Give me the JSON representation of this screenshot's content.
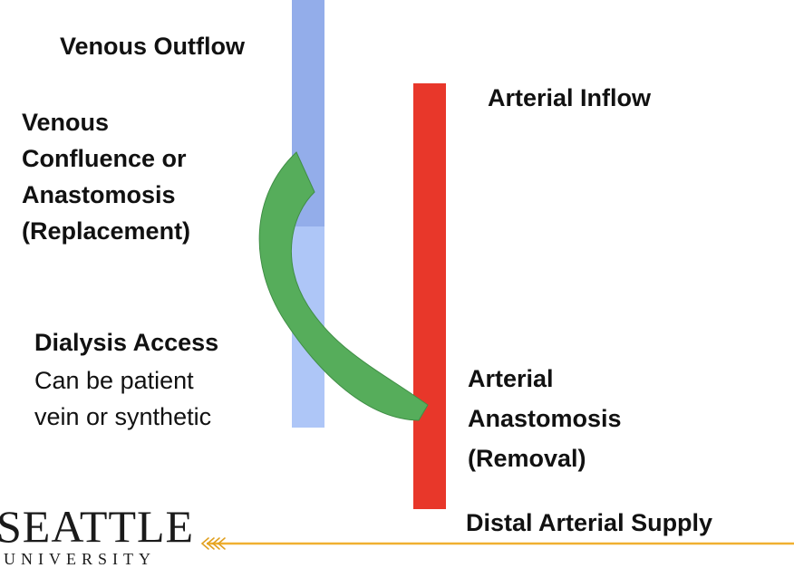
{
  "labels": {
    "venous_outflow": "Venous Outflow",
    "venous_confluence": [
      "Venous",
      "Confluence or",
      "Anastomosis",
      "(Replacement)"
    ],
    "arterial_inflow": "Arterial Inflow",
    "dialysis_access_title": "Dialysis Access",
    "dialysis_access_desc": [
      "Can be patient",
      "vein or synthetic"
    ],
    "arterial_anastomosis": [
      "Arterial",
      "Anastomosis",
      "(Removal)"
    ],
    "distal_arterial_supply": "Distal Arterial Supply"
  },
  "logo": {
    "name": "SEATTLE",
    "subtitle": "UNIVERSITY"
  },
  "colors": {
    "vein_upper": "#93adea",
    "vein_lower": "#aec6f7",
    "artery": "#e8372a",
    "access_graft": "#56ad5b",
    "access_graft_outline": "#3f8e45",
    "footer_rule": "#f0b030",
    "footer_chevrons": "#e0a020",
    "text": "#111111"
  }
}
